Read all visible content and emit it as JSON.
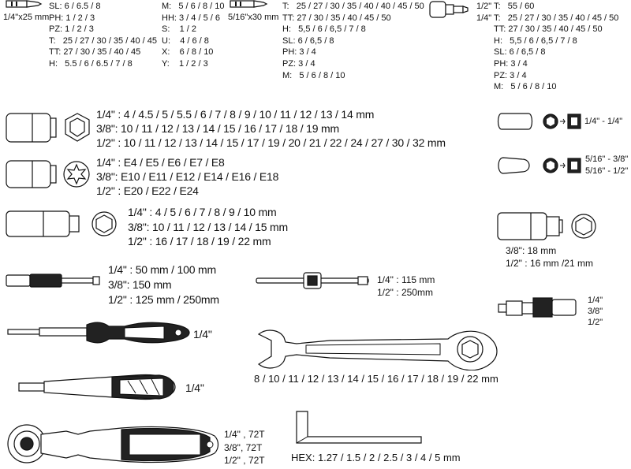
{
  "bits": {
    "col1": {
      "label": "1/4\"x25 mm",
      "lines": [
        "SL: 6 / 6.5 / 8",
        "PH: 1 / 2 / 3",
        "PZ: 1 / 2 / 3",
        "T:   25 / 27 / 30 / 35 / 40 / 45",
        "TT: 27 / 30 / 35 / 40 / 45",
        "H:   5.5 / 6 / 6.5 / 7 / 8"
      ]
    },
    "col2": {
      "lines": [
        "M:   5 / 6 / 8 / 10",
        "HH: 3 / 4 / 5 / 6",
        "S:    1 / 2",
        "U:    4 / 6 / 8",
        "X:    6 / 8 / 10",
        "Y:    1 / 2 / 3"
      ]
    },
    "col3": {
      "label": "5/16\"x30 mm",
      "lines": [
        "T:   25 / 27 / 30 / 35 / 40 / 40 / 45 / 50",
        "TT: 27 / 30 / 35 / 40 / 45 / 50",
        "H:   5,5 / 6 / 6,5 / 7 / 8",
        "SL: 6 / 6,5 / 8",
        "PH: 3 / 4",
        "PZ: 3 / 4",
        "M:   5 / 6 / 8 / 10"
      ]
    },
    "col4": {
      "sizes": [
        "1/2\"",
        "1/4\""
      ],
      "lines": [
        "T:   55 / 60",
        "T:   25 / 27 / 30 / 35 / 40 / 45 / 50",
        "TT: 27 / 30 / 35 / 40 / 45 / 50",
        "H:   5,5 / 6 / 6,5 / 7 / 8",
        "SL: 6 / 6,5 / 8",
        "PH: 3 / 4",
        "PZ: 3 / 4",
        "M:   5 / 6 / 8 / 10"
      ]
    }
  },
  "hex_sockets": [
    "1/4\" : 4 / 4.5 / 5 / 5.5 / 6 / 7 / 8 / 9 / 10 / 11 / 12 / 13 / 14 mm",
    "3/8\": 10 / 11 / 12 / 13 / 14 / 15 / 16 / 17 / 18 / 19 mm",
    "1/2\" : 10 / 11 / 12 / 13 / 14 / 15 / 17 / 19 / 20 / 21 / 22 / 24 / 27 / 30 / 32 mm"
  ],
  "torx_sockets": [
    "1/4\" : E4 / E5 / E6 / E7 / E8",
    "3/8\": E10 / E11 / E12 / E14 / E16 / E18",
    "1/2\" : E20 / E22 / E24"
  ],
  "deep_sockets": [
    "1/4\" : 4 / 5 / 6 / 7 / 8 / 9 / 10 mm",
    "3/8\": 10 / 11 / 12 / 13 / 14 / 15 mm",
    "1/2\" : 16 / 17 / 18 / 19 / 22 mm"
  ],
  "extensions": [
    "1/4\" : 50 mm / 100 mm",
    "3/8\": 150 mm",
    "1/2\" : 125 mm / 250mm"
  ],
  "bit_holder_driver": "1/4\"",
  "sliding_handle": "1/4\"",
  "ratchets": [
    "1/4\" , 72T",
    "3/8\", 72T",
    "1/2\" , 72T"
  ],
  "t_bars": [
    "1/4\" : 115 mm",
    "1/2\" : 250mm"
  ],
  "wrenches": "8 / 10 / 11 / 12 / 13 / 14 / 15 / 16 / 17 / 18 / 19 / 22 mm",
  "hex_keys": "HEX: 1.27 / 1.5 / 2 / 2.5 / 3 / 4 / 5 mm",
  "adapters": [
    "1/4\" - 1/4\"",
    "5/16\" - 3/8\"",
    "5/16\" - 1/2\""
  ],
  "spark_plug_sockets": [
    "3/8\": 18 mm",
    "1/2\" : 16 mm /21 mm"
  ],
  "universal_joints": [
    "1/4\"",
    "3/8\"",
    "1/2\""
  ]
}
